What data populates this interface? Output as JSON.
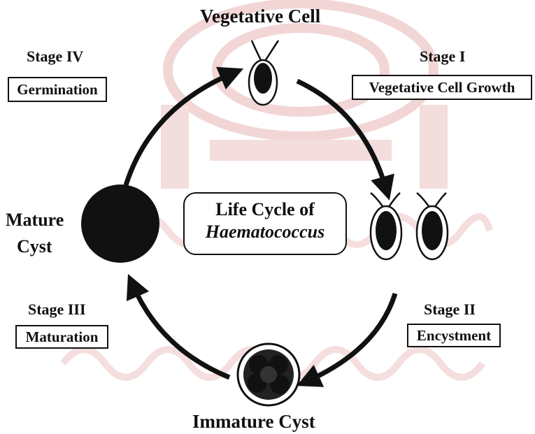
{
  "title": {
    "line1": "Life Cycle of",
    "line2": "Haematococcus"
  },
  "nodes": {
    "vegetative_cell": "Vegetative Cell",
    "mature_cyst_line1": "Mature",
    "mature_cyst_line2": "Cyst",
    "immature_cyst": "Immature Cyst"
  },
  "stages": [
    {
      "id": "I",
      "heading": "Stage I",
      "name": "Vegetative Cell Growth"
    },
    {
      "id": "II",
      "heading": "Stage II",
      "name": "Encystment"
    },
    {
      "id": "III",
      "heading": "Stage III",
      "name": "Maturation"
    },
    {
      "id": "IV",
      "heading": "Stage IV",
      "name": "Germination"
    }
  ],
  "colors": {
    "ink": "#111111",
    "watermark": "#f0d2d2"
  }
}
